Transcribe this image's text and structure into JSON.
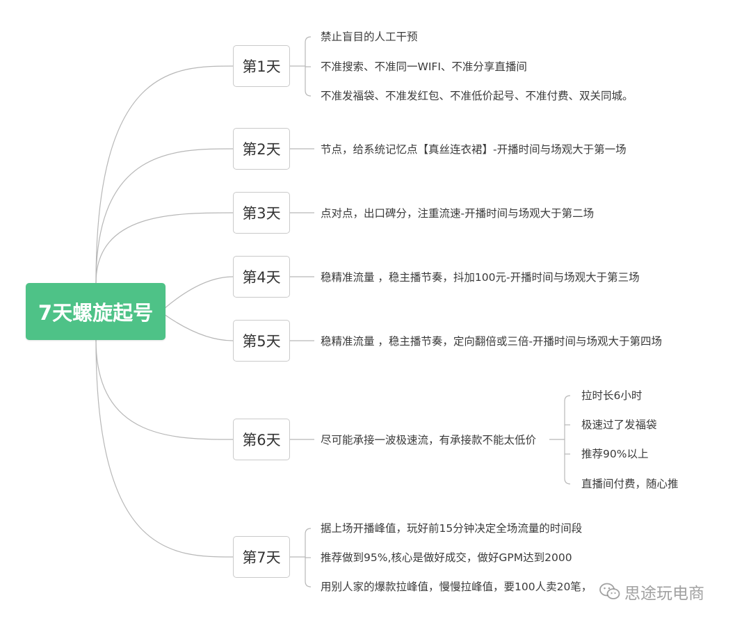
{
  "root": {
    "label": "7天螺旋起号"
  },
  "days": [
    {
      "label": "第1天",
      "items": [
        {
          "text": "禁止盲目的人工干预"
        },
        {
          "text": "不准搜索、不准同一WIFI、不准分享直播间"
        },
        {
          "text": "不准发福袋、不准发红包、不准低价起号、不准付费、双关同城。"
        }
      ]
    },
    {
      "label": "第2天",
      "items": [
        {
          "text": "节点，给系统记忆点【真丝连衣裙】-开播时间与场观大于第一场"
        }
      ]
    },
    {
      "label": "第3天",
      "items": [
        {
          "text": "点对点，出口碑分，注重流速-开播时间与场观大于第二场"
        }
      ]
    },
    {
      "label": "第4天",
      "items": [
        {
          "text": "稳精准流量 ，稳主播节奏，抖加100元-开播时间与场观大于第三场"
        }
      ]
    },
    {
      "label": "第5天",
      "items": [
        {
          "text": "稳精准流量 ，稳主播节奏，定向翻倍或三倍-开播时间与场观大于第四场"
        }
      ]
    },
    {
      "label": "第6天",
      "items": [
        {
          "text": "尽可能承接一波极速流，有承接款不能太低价",
          "children": [
            {
              "text": "拉时长6小时"
            },
            {
              "text": "极速过了发福袋"
            },
            {
              "text": "推荐90%以上"
            },
            {
              "text": "直播间付费，随心推"
            }
          ]
        }
      ]
    },
    {
      "label": "第7天",
      "items": [
        {
          "text": "据上场开播峰值，玩好前15分钟决定全场流量的时间段"
        },
        {
          "text": "推荐做到95%,核心是做好成交，做好GPM达到2000"
        },
        {
          "text": "用别人家的爆款拉峰值，慢慢拉峰值，要100人卖20笔，"
        }
      ]
    }
  ],
  "watermark": {
    "text": "思途玩电商",
    "icon": "wechat-logo-icon"
  }
}
